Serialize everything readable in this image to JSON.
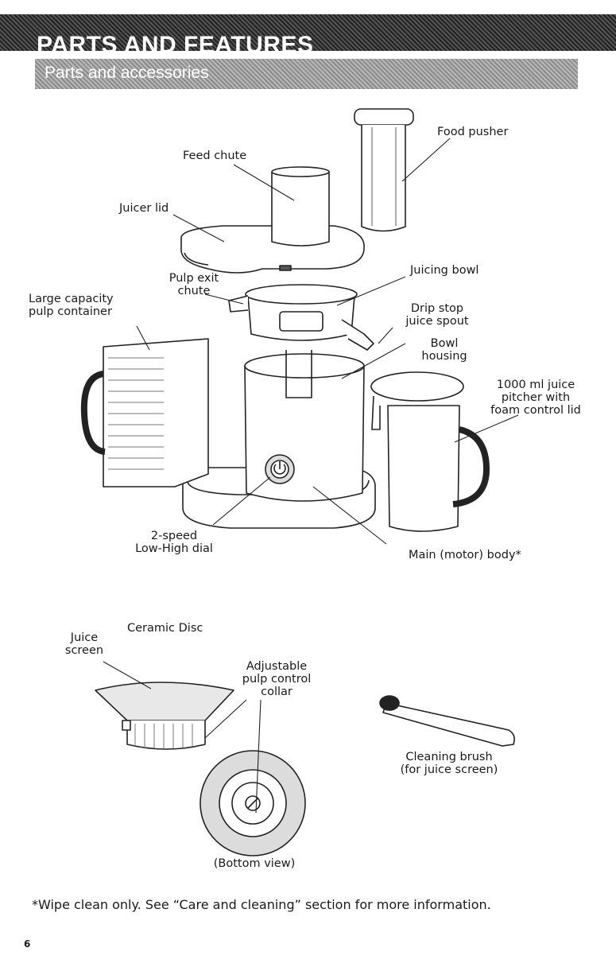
{
  "header": {
    "title": "PARTS AND FEATURES"
  },
  "section": {
    "title": "Parts and accessories"
  },
  "labels": {
    "food_pusher": "Food pusher",
    "feed_chute": "Feed chute",
    "juicer_lid": "Juicer lid",
    "pulp_exit_chute_1": "Pulp exit",
    "pulp_exit_chute_2": "chute",
    "juicing_bowl": "Juicing bowl",
    "large_capacity_1": "Large capacity",
    "large_capacity_2": "pulp container",
    "drip_stop_1": "Drip stop",
    "drip_stop_2": "juice spout",
    "bowl_housing_1": "Bowl",
    "bowl_housing_2": "housing",
    "pitcher_1": "1000 ml juice",
    "pitcher_2": "pitcher with",
    "pitcher_3": "foam control lid",
    "dial_1": "2-speed",
    "dial_2": "Low-High dial",
    "main_body": "Main (motor) body*",
    "ceramic_disc": "Ceramic Disc",
    "juice_screen_1": "Juice",
    "juice_screen_2": "screen",
    "collar_1": "Adjustable",
    "collar_2": "pulp control",
    "collar_3": "collar",
    "brush_1": "Cleaning brush",
    "brush_2": "(for juice screen)",
    "bottom_view": "(Bottom view)"
  },
  "footnote": "*Wipe clean only. See “Care and cleaning” section for more information.",
  "page_number": "6"
}
